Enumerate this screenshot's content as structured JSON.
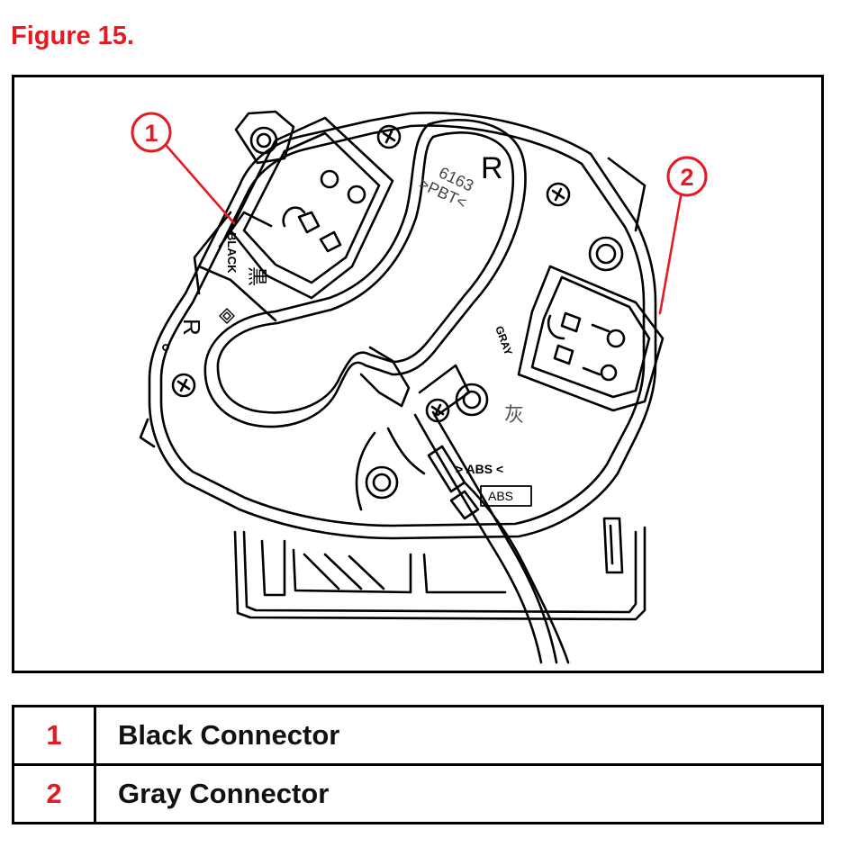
{
  "figure": {
    "title": "Figure 15.",
    "callouts": [
      "1",
      "2"
    ],
    "part_markings": {
      "black_label": "BLACK",
      "black_kanji": "黒",
      "gray_label": "GRAY",
      "gray_kanji": "灰",
      "r_main": "R",
      "r_side": "R",
      "part_number": "6163",
      "material": ">PBT<",
      "abs_marking": "> ABS <",
      "abs_boxed": "ABS"
    }
  },
  "legend": {
    "rows": [
      {
        "num": "1",
        "label": "Black Connector"
      },
      {
        "num": "2",
        "label": "Gray Connector"
      }
    ]
  },
  "colors": {
    "accent": "#e31b23",
    "line": "#000000"
  }
}
